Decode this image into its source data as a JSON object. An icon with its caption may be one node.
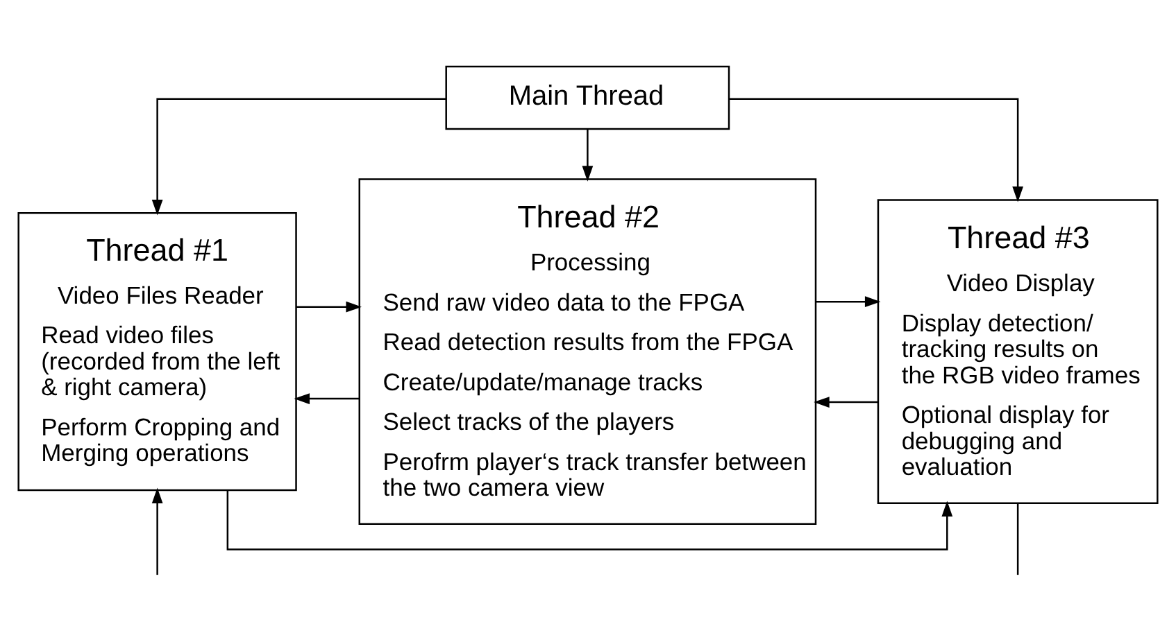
{
  "diagram": {
    "nodes": [
      {
        "text": [
          "Main Thread"
        ]
      },
      {
        "text": [
          "Thread #1",
          "Video Files Reader",
          "Read video files (recorded from the left & right camera)",
          "Perform Cropping and Merging operations"
        ]
      },
      {
        "text": [
          "Thread #2",
          "Processing",
          "Send raw video data to the FPGA",
          "Read detection results from the FPGA",
          "Create/update/manage tracks",
          "Select tracks of the players",
          "Perofrm player‘s track transfer between the two camera view"
        ]
      },
      {
        "text": [
          "Thread #3",
          "Video Display",
          "Display detection/ tracking results on the RGB video frames",
          "Optional display for debugging and evaluation"
        ]
      }
    ],
    "edges": [
      {
        "from": 0,
        "to": 1,
        "arrow": "to"
      },
      {
        "from": 0,
        "to": 2,
        "arrow": "to"
      },
      {
        "from": 0,
        "to": 3,
        "arrow": "to"
      },
      {
        "from": 1,
        "to": 2,
        "arrow": "to"
      },
      {
        "from": 2,
        "to": 1,
        "arrow": "to"
      },
      {
        "from": 2,
        "to": 3,
        "arrow": "to"
      },
      {
        "from": 3,
        "to": 2,
        "arrow": "to"
      },
      {
        "from": 1,
        "to": 3,
        "arrow": "to"
      },
      {
        "from": null,
        "to": 1,
        "arrow": "to"
      },
      {
        "from": 3,
        "to": null,
        "arrow": "none"
      }
    ]
  }
}
